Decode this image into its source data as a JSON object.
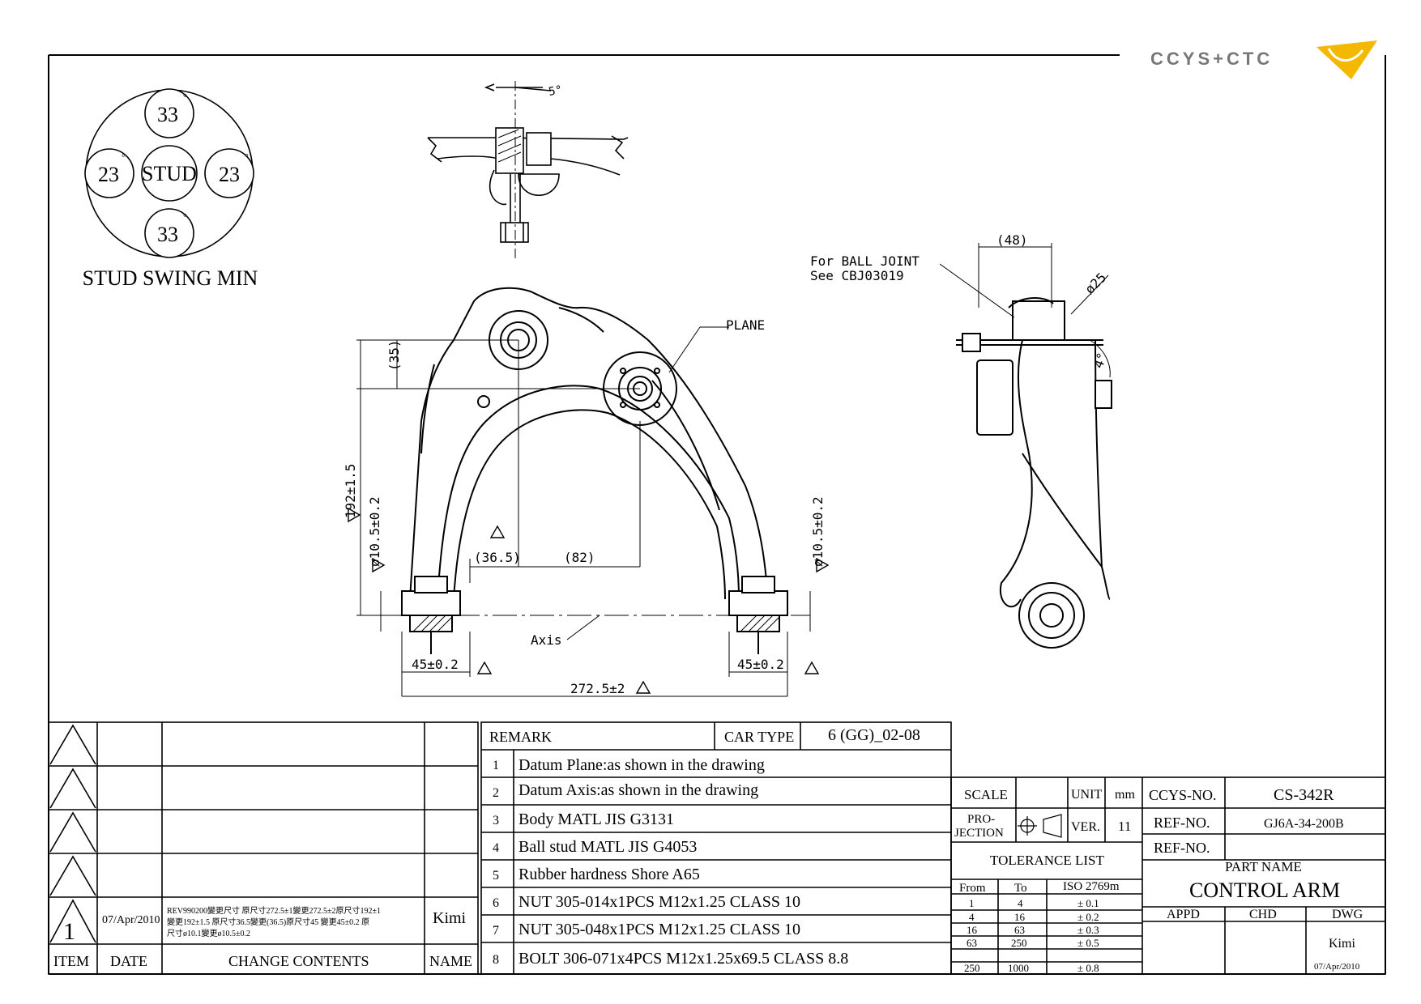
{
  "logo": {
    "text": "CCYS+CTC",
    "accent_color": "#f5b800",
    "gray": "#777777"
  },
  "stud_swing": {
    "caption": "STUD SWING MIN",
    "center_label": "STUD",
    "top": "33",
    "bottom": "33",
    "left": "23",
    "right": "23",
    "degree_mark": "°"
  },
  "dimensions": {
    "top_angle": "5°",
    "plane_label": "PLANE",
    "axis_label": "Axis",
    "height_35": "(35)",
    "height_192": "192±1.5",
    "bore_left": "ø10.5±0.2",
    "bore_right": "ø10.5±0.2",
    "offset_36": "(36.5)",
    "offset_82": "(82)",
    "width_left": "45±0.2",
    "width_right": "45±0.2",
    "overall_width": "272.5±2",
    "ball_joint_note_1": "For BALL JOINT",
    "ball_joint_note_2": "See CBJ03019",
    "dim_48": "(48)",
    "dim_25": "ø25",
    "side_angle": "4°"
  },
  "change_table": {
    "headers": {
      "item": "ITEM",
      "date": "DATE",
      "contents": "CHANGE CONTENTS",
      "name": "NAME"
    },
    "row": {
      "item": "1",
      "date": "07/Apr/2010",
      "contents_1": "REV990200變更尺寸 原尺寸272.5±1變更272.5±2原尺寸192±1",
      "contents_2": "變更192±1.5 原尺寸36.5變更(36.5)原尺寸45 變更45±0.2 原",
      "contents_3": "尺寸ø10.1變更ø10.5±0.2",
      "name": "Kimi"
    }
  },
  "remark_table": {
    "remark_label": "REMARK",
    "car_type_label": "CAR TYPE",
    "car_type_value": "6 (GG)_02-08",
    "rows": [
      {
        "no": "1",
        "text": "Datum Plane:as shown in the drawing"
      },
      {
        "no": "2",
        "text": "Datum Axis:as shown in the drawing"
      },
      {
        "no": "3",
        "text": "Body MATL JIS G3131"
      },
      {
        "no": "4",
        "text": "Ball stud MATL JIS G4053"
      },
      {
        "no": "5",
        "text": "Rubber hardness Shore A65"
      },
      {
        "no": "6",
        "text": "NUT 305-014x1PCS M12x1.25 CLASS 10"
      },
      {
        "no": "7",
        "text": "NUT 305-048x1PCS M12x1.25 CLASS 10"
      },
      {
        "no": "8",
        "text": "BOLT 306-071x4PCS M12x1.25x69.5 CLASS 8.8"
      }
    ]
  },
  "title_block": {
    "scale_label": "SCALE",
    "unit_label": "UNIT",
    "unit_value": "mm",
    "projection_label_1": "PRO-",
    "projection_label_2": "JECTION",
    "ver_label": "VER.",
    "ver_value": "11",
    "ccys_no_label": "CCYS-NO.",
    "ccys_no_value": "CS-342R",
    "ref_no_label": "REF-NO.",
    "ref_no_value": "GJ6A-34-200B",
    "ref_no_label_2": "REF-NO.",
    "part_name_label": "PART NAME",
    "part_name_value": "CONTROL ARM",
    "appd_label": "APPD",
    "chd_label": "CHD",
    "dwg_label": "DWG",
    "dwg_name": "Kimi",
    "dwg_date": "07/Apr/2010",
    "tolerance_title": "TOLERANCE LIST",
    "tol_headers": [
      "From",
      "To",
      "ISO 2769m"
    ],
    "tol_rows": [
      [
        "1",
        "4",
        "± 0.1"
      ],
      [
        "4",
        "16",
        "± 0.2"
      ],
      [
        "16",
        "63",
        "± 0.3"
      ],
      [
        "63",
        "250",
        "± 0.5"
      ],
      [
        "250",
        "1000",
        "± 0.8"
      ]
    ]
  }
}
